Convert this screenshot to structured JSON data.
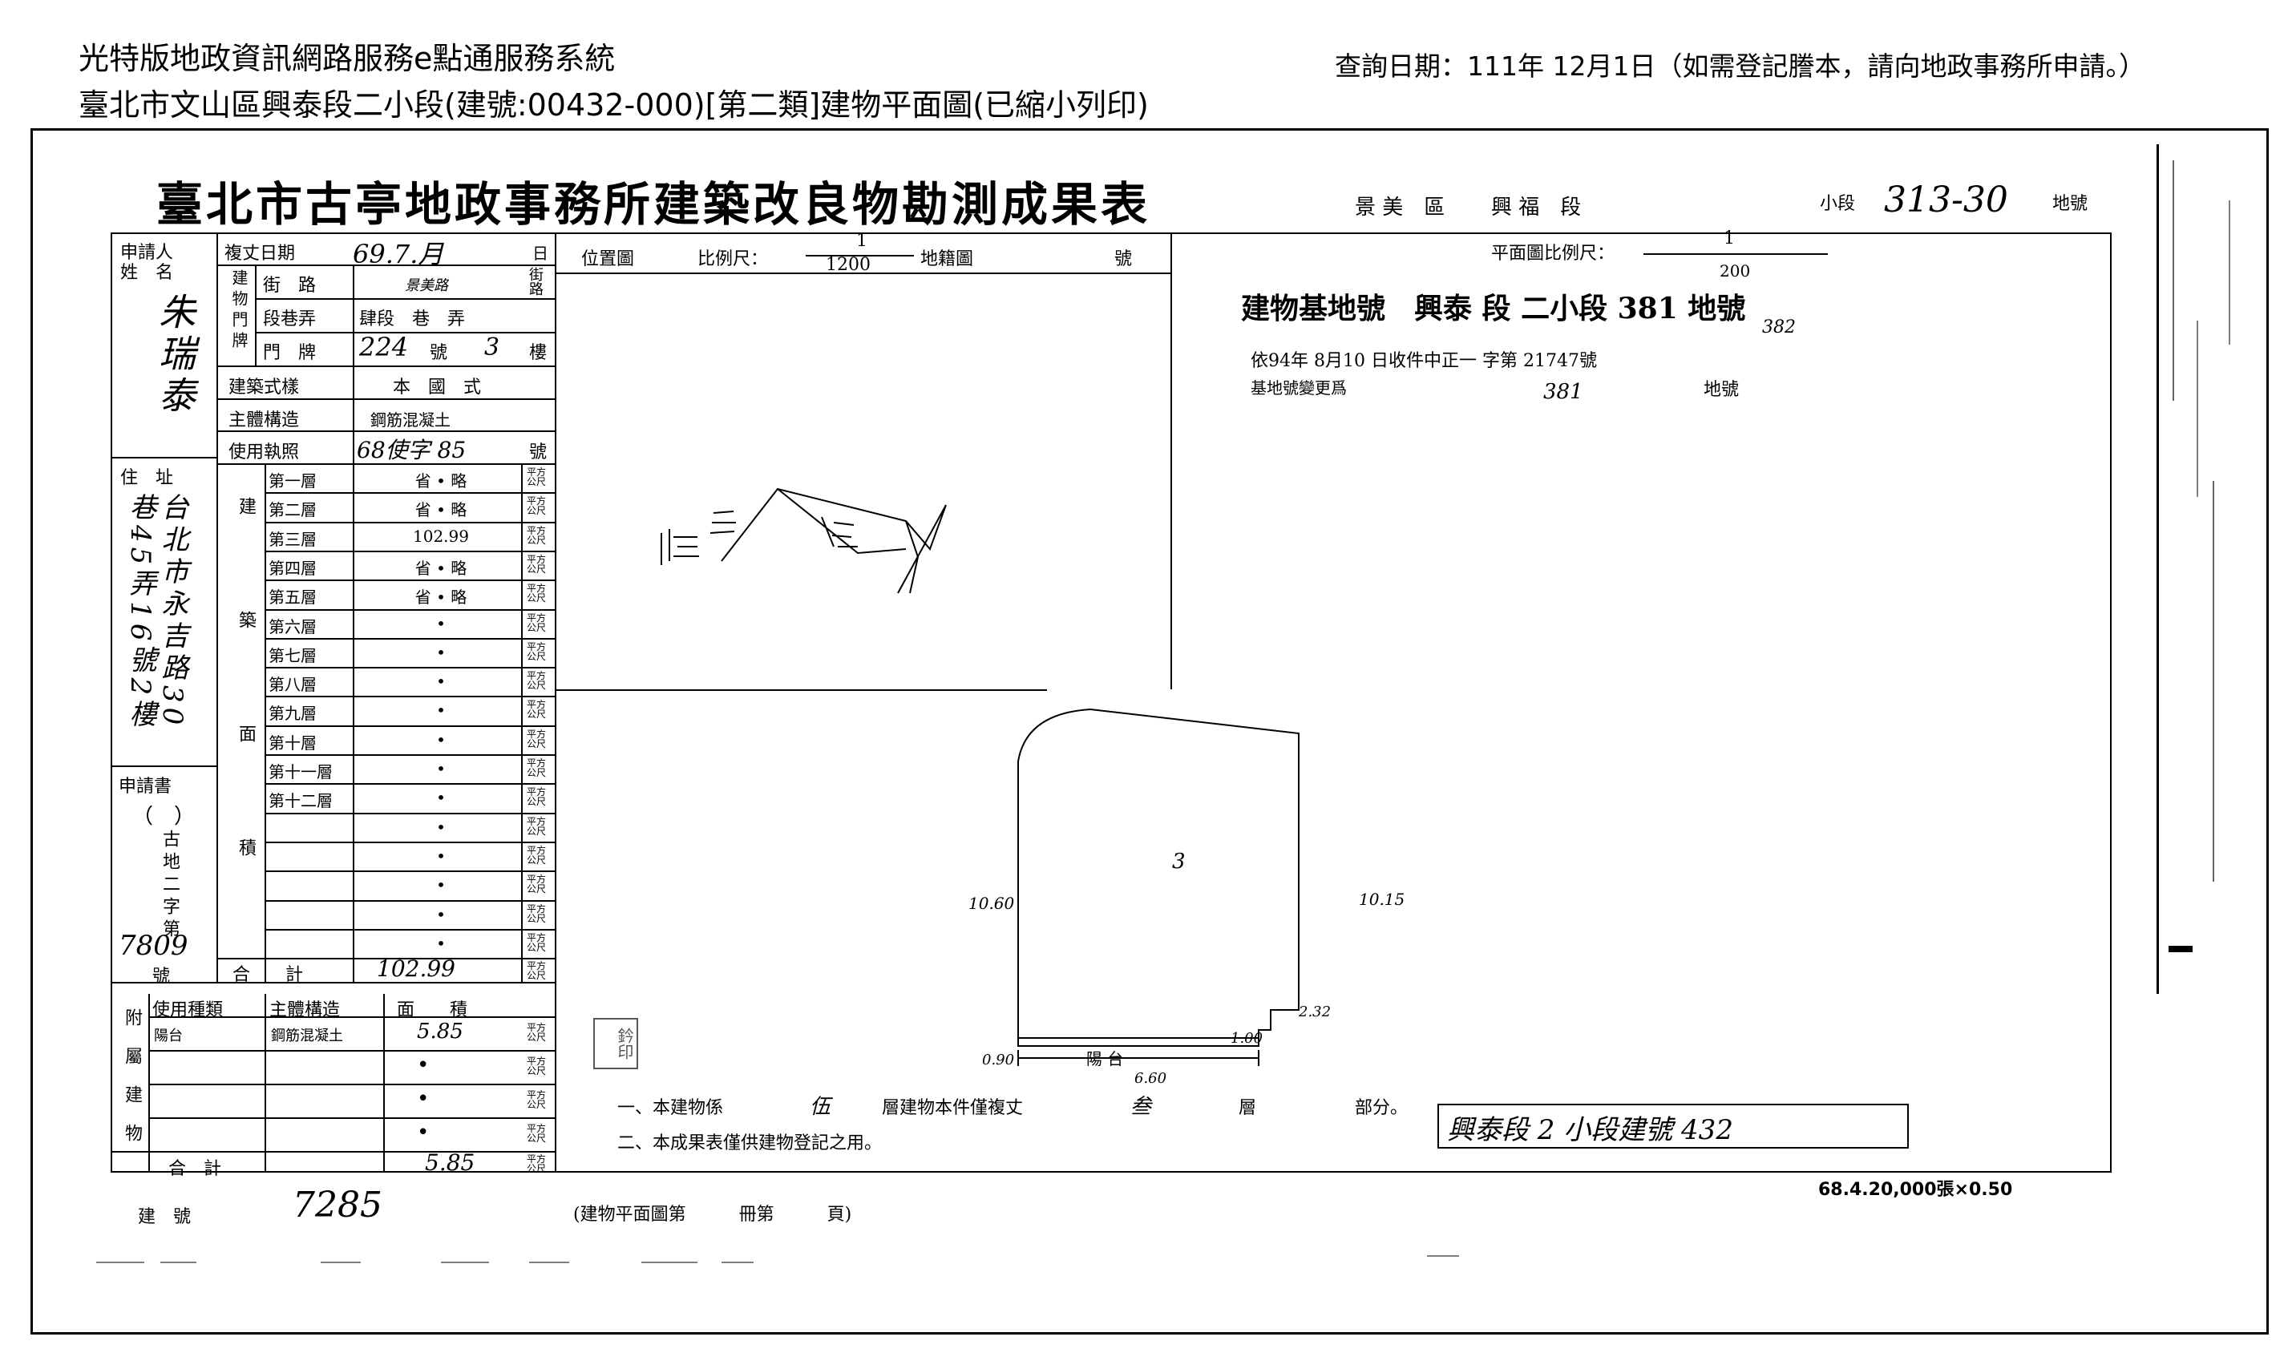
{
  "header": {
    "system_title": "光特版地政資訊網路服務e點通服務系統",
    "query_date": "查詢日期：111年 12月1日（如需登記謄本，請向地政事務所申請。）",
    "document_subtitle": "臺北市文山區興泰段二小段(建號:00432-000)[第二類]建物平面圖(已縮小列印)"
  },
  "form": {
    "title": "臺北市古亭地政事務所建築改良物勘測成果表",
    "district": "景 美　區",
    "section": "興 福　段",
    "subsection_label": "小段",
    "lot_handwritten": "313-30",
    "lot_label": "地號",
    "applicant": {
      "label_1": "申請人",
      "label_2": "姓　名",
      "name": "朱瑞泰",
      "address_label": "住　址",
      "address": "台北市永吉路30巷45弄16號2樓"
    },
    "applicant_doc": {
      "label": "申請書",
      "bracket": "（　）",
      "value": "古地二字第",
      "number": "7809",
      "suffix": "號"
    },
    "reproduce_date": {
      "label": "複丈日期",
      "value": "69.7.月",
      "day_label": "日"
    },
    "building_address": {
      "label_col": "建物門牌",
      "street_label": "街　路",
      "street_value": "景美路",
      "street_suffix": "街路",
      "segment_label": "段巷弄",
      "segment_value": "肆段　巷　弄",
      "number_label": "門　牌",
      "number_value": "224",
      "number_suffix": "號",
      "floor_value": "3",
      "floor_suffix": "樓"
    },
    "building_style": {
      "label": "建築式樣",
      "value": "本　國　式"
    },
    "structure": {
      "label": "主體構造",
      "value": "鋼筋混凝土"
    },
    "usage_permit": {
      "label": "使用執照",
      "value": "68使字 85",
      "suffix": "號"
    },
    "area_section_label": "建築面積",
    "area_unit": "平方公尺",
    "floors": [
      {
        "label": "第一層",
        "value": "省 • 略"
      },
      {
        "label": "第二層",
        "value": "省 • 略"
      },
      {
        "label": "第三層",
        "value": "102.99"
      },
      {
        "label": "第四層",
        "value": "省 • 略"
      },
      {
        "label": "第五層",
        "value": "省 • 略"
      },
      {
        "label": "第六層",
        "value": "•"
      },
      {
        "label": "第七層",
        "value": "•"
      },
      {
        "label": "第八層",
        "value": "•"
      },
      {
        "label": "第九層",
        "value": "•"
      },
      {
        "label": "第十層",
        "value": "•"
      },
      {
        "label": "第十一層",
        "value": "•"
      },
      {
        "label": "第十二層",
        "value": "•"
      },
      {
        "label": "",
        "value": "•"
      },
      {
        "label": "",
        "value": "•"
      },
      {
        "label": "",
        "value": "•"
      },
      {
        "label": "",
        "value": "•"
      },
      {
        "label": "",
        "value": "•"
      }
    ],
    "total": {
      "label": "合　　計",
      "value": "102.99"
    },
    "attached": {
      "side_label": "附屬建物",
      "headers": [
        "使用種類",
        "主體構造",
        "面　　積"
      ],
      "rows": [
        {
          "use": "陽台",
          "structure": "鋼筋混凝土",
          "area": "5.85"
        },
        {
          "use": "",
          "structure": "",
          "area": "•"
        },
        {
          "use": "",
          "structure": "",
          "area": "•"
        },
        {
          "use": "",
          "structure": "",
          "area": "•"
        }
      ],
      "total_label": "合　計",
      "total_value": "5.85"
    },
    "location_map": {
      "label": "位置圖",
      "scale_label": "比例尺：",
      "scale_num": "1",
      "scale_den": "1200",
      "cadastral_label": "地籍圖",
      "number_suffix": "號"
    },
    "plan": {
      "scale_label": "平面圖比例尺：",
      "scale_num": "1",
      "scale_den": "200",
      "building_lot_line": "建物基地號　興泰 段 二小段 381 地號",
      "lot_extra": "382",
      "receipt_line": "依94年 8月10 日收件中正一 字第 21747號",
      "change_label": "基地號變更爲",
      "change_value": "381",
      "change_suffix": "地號",
      "unit_number": "3",
      "dim_left": "10.60",
      "dim_right": "10.15",
      "dim_top_step": "2.32",
      "dim_step": "1.00",
      "dim_bottom": "6.60",
      "dim_corner": "0.90",
      "balcony_label": "陽 台"
    },
    "notes": {
      "line1_a": "一、本建物係",
      "line1_floors": "伍",
      "line1_b": "層建物本件僅複丈",
      "line1_which": "叁",
      "line1_c": "層",
      "line1_d": "部分。",
      "line2": "二、本成果表僅供建物登記之用。"
    },
    "stamp_text": "興泰段 2 小段建號 432",
    "seal_text": "鈐印",
    "print_info": "68.4.20,000張×0.50",
    "bottom": {
      "building_no_label": "建　號",
      "building_no_value": "7285",
      "plan_ref": "(建物平面圖第　　　冊第　　　頁)"
    }
  }
}
